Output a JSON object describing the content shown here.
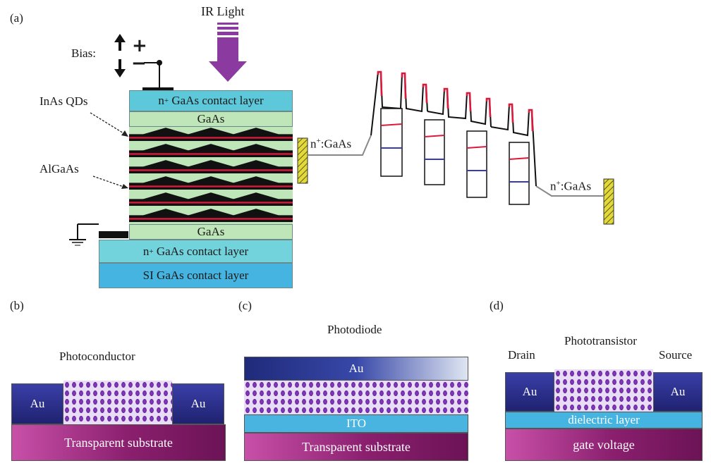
{
  "panels": {
    "a": "(a)",
    "b": "(b)",
    "c": "(c)",
    "d": "(d)"
  },
  "panel_a": {
    "ir_light": "IR Light",
    "bias": "Bias:",
    "plus": "+",
    "minus": "−",
    "inas_qds": "InAs QDs",
    "algaas": "AlGaAs",
    "top_contact": "contact layer",
    "top_contact_prefix": "n",
    "top_contact_sup": "+",
    "top_contact_mid": " GaAs ",
    "gaas_top": "GaAs",
    "gaas_bottom": "GaAs",
    "bottom_contact_prefix": "n",
    "bottom_contact_sup": "+",
    "bottom_contact_rest": " GaAs contact layer",
    "si_layer": "SI GaAs contact layer",
    "n_gaas_left_prefix": "n",
    "n_gaas_left_sup": "+",
    "n_gaas_left_rest": ":GaAs",
    "n_gaas_right_prefix": "n",
    "n_gaas_right_sup": "+",
    "n_gaas_right_rest": ":GaAs"
  },
  "panel_b": {
    "title": "Photoconductor",
    "au_left": "Au",
    "au_right": "Au",
    "substrate": "Transparent substrate"
  },
  "panel_c": {
    "title": "Photodiode",
    "au": "Au",
    "ito": "ITO",
    "substrate": "Transparent substrate"
  },
  "panel_d": {
    "title": "Phototransistor",
    "drain": "Drain",
    "source": "Source",
    "au_left": "Au",
    "au_right": "Au",
    "dielectric": "dielectric layer",
    "gate": "gate voltage"
  },
  "colors": {
    "cyan": "#5cc8d9",
    "green": "#bfe6b8",
    "purple_arrow": "#8b3aa0",
    "magenta_substrate": "#9b2a7e",
    "navy_au": "#2a2f8a",
    "sky_dielectric": "#46b4e0",
    "red_band": "#d81b3c",
    "yellow_contact": "#d6cf3a"
  }
}
